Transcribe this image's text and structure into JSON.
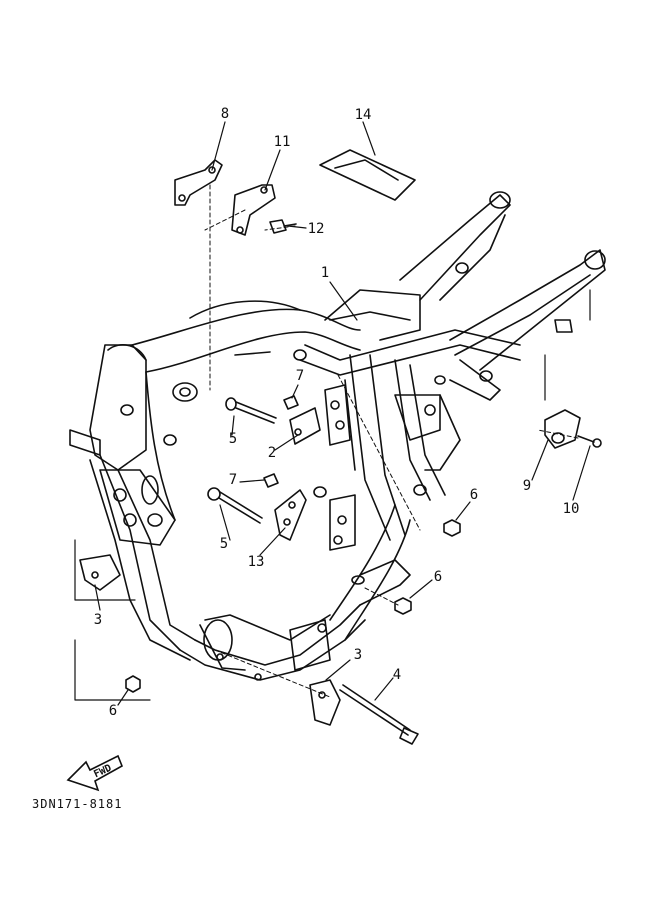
{
  "callouts": [
    {
      "id": "8",
      "label": "8"
    },
    {
      "id": "14",
      "label": "14"
    },
    {
      "id": "11",
      "label": "11"
    },
    {
      "id": "12",
      "label": "12"
    },
    {
      "id": "1",
      "label": "1"
    },
    {
      "id": "7a",
      "label": "7"
    },
    {
      "id": "5a",
      "label": "5"
    },
    {
      "id": "2",
      "label": "2"
    },
    {
      "id": "7b",
      "label": "7"
    },
    {
      "id": "5b",
      "label": "5"
    },
    {
      "id": "13",
      "label": "13"
    },
    {
      "id": "9",
      "label": "9"
    },
    {
      "id": "10",
      "label": "10"
    },
    {
      "id": "6a",
      "label": "6"
    },
    {
      "id": "6b",
      "label": "6"
    },
    {
      "id": "3a",
      "label": "3"
    },
    {
      "id": "6c",
      "label": "6"
    },
    {
      "id": "3b",
      "label": "3"
    },
    {
      "id": "4",
      "label": "4"
    }
  ],
  "fwd_label": "FWD",
  "diagram_code": "3DN171-8181"
}
